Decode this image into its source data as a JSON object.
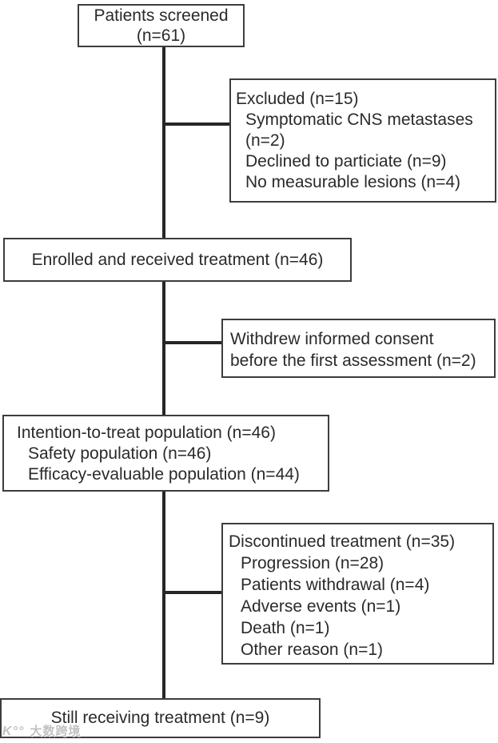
{
  "flowchart": {
    "screened": {
      "line1": "Patients screened",
      "line2": "(n=61)"
    },
    "excluded": {
      "title": "Excluded (n=15)",
      "item1a": "Symptomatic CNS metastases",
      "item1b": "(n=2)",
      "item2": "Declined to particiate (n=9)",
      "item3": "No measurable lesions (n=4)"
    },
    "enrolled": {
      "label": "Enrolled and received treatment (n=46)"
    },
    "withdrew": {
      "line1": "Withdrew informed consent",
      "line2": "before the first assessment (n=2)"
    },
    "itt": {
      "title": "Intention-to-treat population (n=46)",
      "item1": "Safety population (n=46)",
      "item2": "Efficacy-evaluable population (n=44)"
    },
    "discontinued": {
      "title": "Discontinued treatment (n=35)",
      "item1": "Progression (n=28)",
      "item2": "Patients withdrawal (n=4)",
      "item3": "Adverse events (n=1)",
      "item4": "Death (n=1)",
      "item5": "Other reason (n=1)"
    },
    "still": {
      "label": "Still receiving treatment (n=9)"
    }
  },
  "watermark": {
    "logo": "K°°",
    "text": "大数跨境"
  },
  "colors": {
    "line": "#262626",
    "border": "#3d3d3d",
    "text": "#2a2a2a",
    "background": "#ffffff"
  }
}
